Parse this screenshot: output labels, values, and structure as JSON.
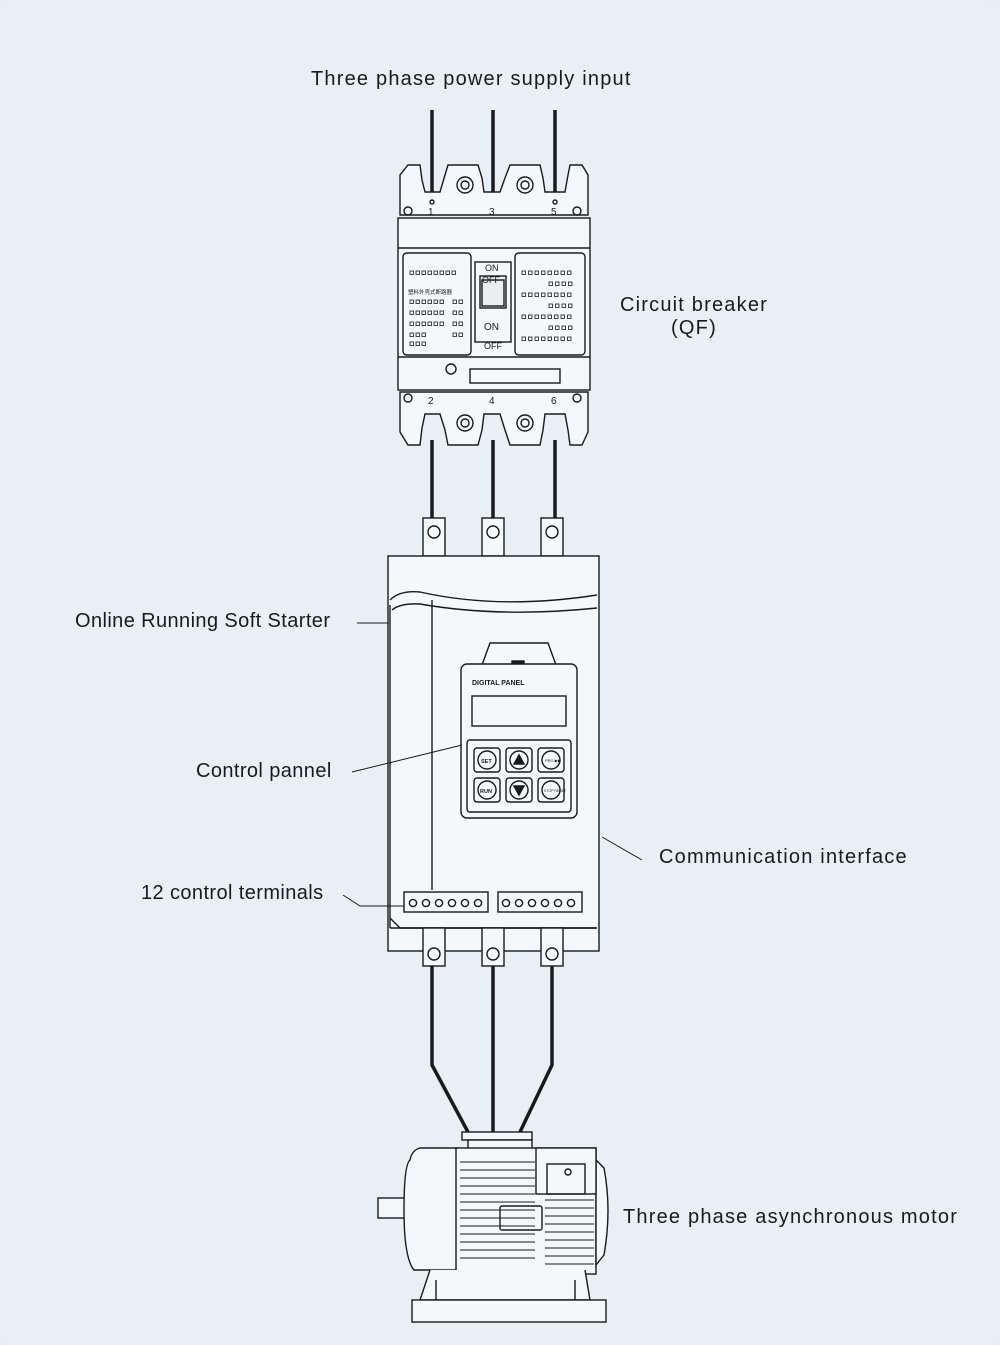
{
  "labels": {
    "power_input": "Three phase power supply input",
    "breaker_line1": "Circuit breaker",
    "breaker_line2": "(QF)",
    "soft_starter": "Online Running Soft Starter",
    "control_panel": "Control pannel",
    "comm_interface": "Communication interface",
    "control_terminals": "12 control terminals",
    "motor": "Three phase asynchronous motor"
  },
  "breaker": {
    "top_terminals": [
      "1",
      "3",
      "5"
    ],
    "bottom_terminals": [
      "2",
      "4",
      "6"
    ],
    "switch_on_top": "ON",
    "switch_off": "OFF",
    "switch_on": "ON",
    "switch_off_bottom": "OFF",
    "model_text": "塑料外壳式断路器"
  },
  "panel": {
    "title": "DIGITAL PANEL",
    "buttons": [
      "SET",
      "▲",
      "PRG ▶▶",
      "RUN",
      "▼",
      "STOP RESET"
    ]
  },
  "colors": {
    "background": "#e8f0f6",
    "device_fill": "#f4f8fb",
    "stroke": "#1a1a1a"
  }
}
